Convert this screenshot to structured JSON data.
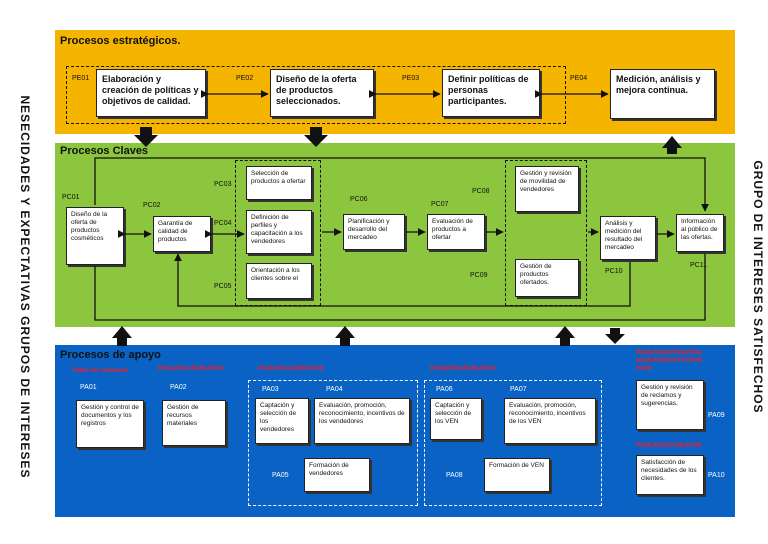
{
  "side_labels": {
    "left": "NESECIDADES Y EXPECTATIVAS GRUPOS DE INTERESES",
    "right": "GRUPO DE INTERESES SATISFECHOS"
  },
  "strategic": {
    "title": "Procesos estratégicos.",
    "color": "#f5b400",
    "codes": {
      "pe01": "PE01",
      "pe02": "PE02",
      "pe03": "PE03",
      "pe04": "PE04"
    },
    "boxes": {
      "pe01": "Elaboración y creación de políticas y objetivos de calidad.",
      "pe02": "Diseño de la oferta de productos seleccionados.",
      "pe03": "Definir políticas de personas participantes.",
      "pe04": "Medición, análisis y mejora continua."
    }
  },
  "key": {
    "title": "Procesos Claves",
    "color": "#8cc63f",
    "codes": {
      "pc01": "PC01",
      "pc02": "PC02",
      "pc03": "PC03",
      "pc04": "PC04",
      "pc05": "PC05",
      "pc06": "PC06",
      "pc07": "PC07",
      "pc08": "PC08",
      "pc09": "PC09",
      "pc10": "PC10",
      "pc11": "PC11"
    },
    "boxes": {
      "pc01": "Diseño de la oferta de productos cosméticos",
      "pc02": "Garantía de calidad de productos",
      "pc03": "Selección de productos a ofertar",
      "pc04": "Definición de perfiles y capacitación a los vendedores",
      "pc05": "Orientación a los clientes sobre el",
      "pc06": "Planificación y desarrollo del mercadeo",
      "pc07": "Evaluación de productos a ofertar",
      "pc08": "Gestión y revisión de movilidad de vendedores",
      "pc09": "Gestión de productos ofertados.",
      "pc10": "Análisis y medición del resultado del mercadeo",
      "pc11": "Información al público de las ofertas."
    }
  },
  "support": {
    "title": "Procesos de apoyo",
    "color": "#0a62c4",
    "red_labels": {
      "todos": "Todos los procesos",
      "pa02": "PC01,PC02,PC06,PC06",
      "pa03": "PC03,PC04,PC05,PC06",
      "pa06": "PC06,PC06,PC06,PC06",
      "pa09a": "PC01,PC02,PC03,PC04,",
      "pa09b": "PC05,PC06,PC07,PC08,",
      "pa09c": "PC09",
      "pa10": "PC06,PC06,PC06,PC06"
    },
    "codes": {
      "pa01": "PA01",
      "pa02": "PA02",
      "pa03": "PA03",
      "pa04": "PA04",
      "pa05": "PA05",
      "pa06": "PA06",
      "pa07": "PA07",
      "pa08": "PA08",
      "pa09": "PA09",
      "pa10": "PA10"
    },
    "boxes": {
      "pa01": "Gestión y control de documentos y los registros",
      "pa02": "Gestión de recursos materiales",
      "pa03": "Captación y selección de los vendedores",
      "pa04": "Evaluación, promoción, reconocimiento, incentivos de los vendedores",
      "pa05": "Formación de vendedores",
      "pa06": "Captación y selección de los VEN",
      "pa07": "Evaluación, promoción, reconocimiento, incentivos de los VEN",
      "pa08": "Formación de VEN",
      "pa09": "Gestión y revisión de reclamos y sugerencias.",
      "pa10": "Satisfacción de necesidades de los clientes."
    }
  }
}
